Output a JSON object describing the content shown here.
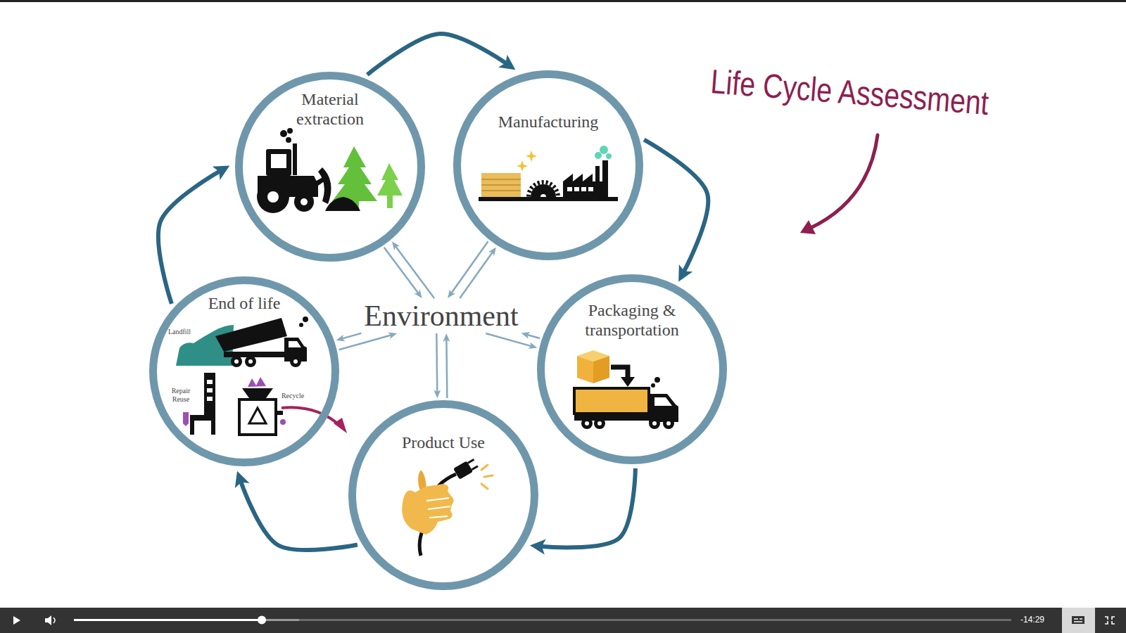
{
  "diagram": {
    "title": "Life Cycle Assessment",
    "nodes": [
      {
        "text": [
          "Material extraction"
        ]
      },
      {
        "text": [
          "Manufacturing"
        ]
      },
      {
        "text": [
          "End of life",
          "Landfill",
          "Repair Reuse",
          "Recycle"
        ]
      },
      {
        "text": [
          "Environment"
        ]
      },
      {
        "text": [
          "Packaging & transportation"
        ]
      },
      {
        "text": [
          "Product Use"
        ]
      }
    ],
    "edges": [
      {
        "from": 0,
        "to": 1,
        "arrow": "to"
      },
      {
        "from": 1,
        "to": 4,
        "arrow": "to"
      },
      {
        "from": 4,
        "to": 5,
        "arrow": "to"
      },
      {
        "from": 5,
        "to": 2,
        "arrow": "to"
      },
      {
        "from": 2,
        "to": 0,
        "arrow": "to"
      },
      {
        "from": 3,
        "to": 0,
        "arrow": "to"
      },
      {
        "from": 0,
        "to": 3,
        "arrow": "to"
      },
      {
        "from": 3,
        "to": 1,
        "arrow": "to"
      },
      {
        "from": 1,
        "to": 3,
        "arrow": "to"
      },
      {
        "from": 3,
        "to": 4,
        "arrow": "to"
      },
      {
        "from": 4,
        "to": 3,
        "arrow": "to"
      },
      {
        "from": 3,
        "to": 5,
        "arrow": "to"
      },
      {
        "from": 5,
        "to": 3,
        "arrow": "to"
      },
      {
        "from": 3,
        "to": 2,
        "arrow": "to"
      },
      {
        "from": 2,
        "to": 3,
        "arrow": "to"
      }
    ],
    "labels": [
      "-14:29"
    ]
  }
}
